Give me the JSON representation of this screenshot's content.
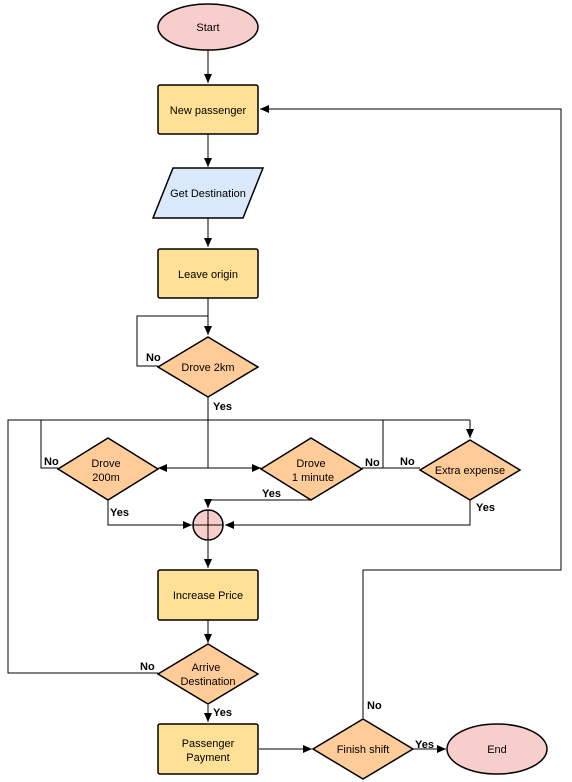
{
  "colors": {
    "terminal": "#f8cecc",
    "process": "#fee196",
    "io": "#dae8fc",
    "decision": "#ffcc99",
    "merge": "#f8cecc",
    "stroke": "#000000"
  },
  "nodes": {
    "start": "Start",
    "new_passenger": "New passenger",
    "get_destination": "Get Destination",
    "leave_origin": "Leave origin",
    "drove_2km": "Drove 2km",
    "drove_200m": [
      "Drove",
      "200m"
    ],
    "drove_1min": [
      "Drove",
      "1 minute"
    ],
    "extra_expense": "Extra expense",
    "increase_price": "Increase Price",
    "arrive_destination": [
      "Arrive",
      "Destination"
    ],
    "passenger_payment": [
      "Passenger",
      "Payment"
    ],
    "finish_shift": "Finish shift",
    "end": "End"
  },
  "edge_labels": {
    "no_2km": "No",
    "yes_2km": "Yes",
    "no_200m": "No",
    "yes_200m": "Yes",
    "no_1min": "No",
    "yes_1min": "Yes",
    "no_extra": "No",
    "yes_extra": "Yes",
    "no_arrive": "No",
    "yes_arrive": "Yes",
    "no_finish": "No",
    "yes_finish": "Yes"
  }
}
